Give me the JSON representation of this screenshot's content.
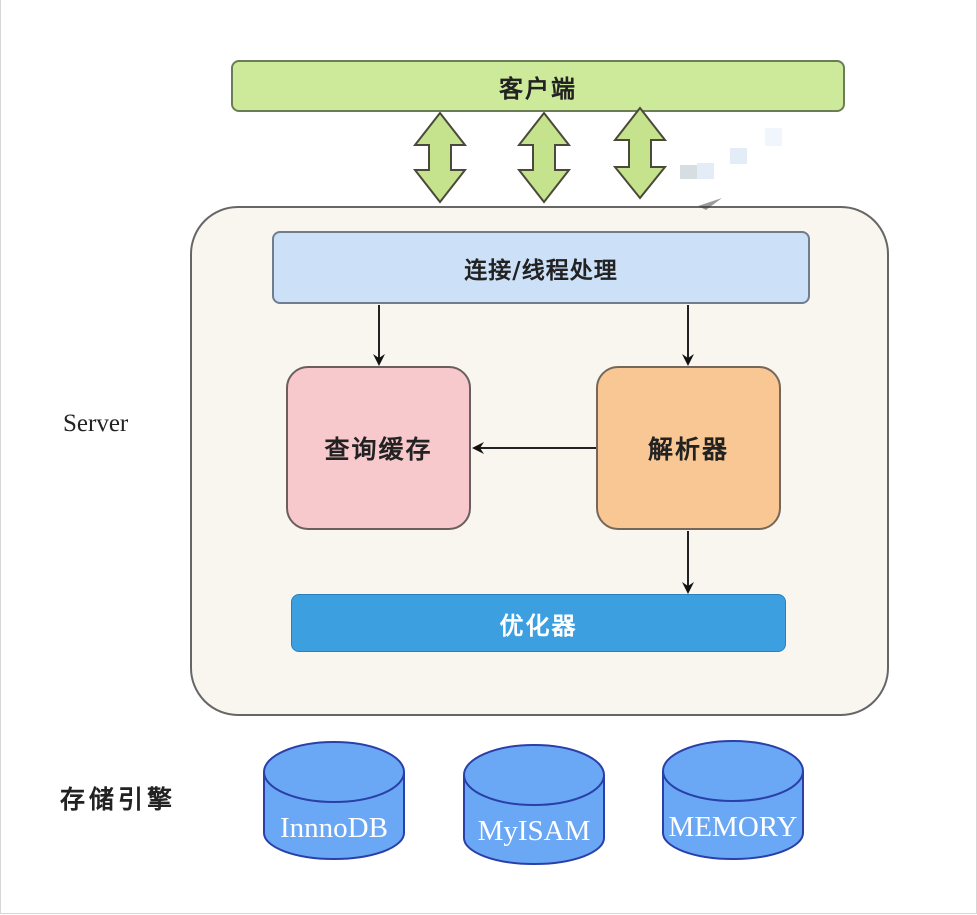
{
  "diagram": {
    "title": "MySQL logical architecture",
    "client": {
      "label": "客户端"
    },
    "server": {
      "side_label": "Server",
      "connection": {
        "label": "连接/线程处理"
      },
      "query_cache": {
        "label": "查询缓存"
      },
      "parser": {
        "label": "解析器"
      },
      "optimizer": {
        "label": "优化器"
      }
    },
    "storage": {
      "side_label": "存储引擎",
      "engines": [
        {
          "label": "InnnoDB"
        },
        {
          "label": "MyISAM"
        },
        {
          "label": "MEMORY"
        }
      ]
    },
    "edges": [
      {
        "from": "client",
        "to": "server",
        "type": "bidirectional",
        "count": 3
      },
      {
        "from": "connection",
        "to": "query_cache",
        "type": "directed"
      },
      {
        "from": "connection",
        "to": "parser",
        "type": "directed"
      },
      {
        "from": "parser",
        "to": "query_cache",
        "type": "directed"
      },
      {
        "from": "parser",
        "to": "optimizer",
        "type": "directed"
      }
    ],
    "colors": {
      "client_fill": "#cde99a",
      "server_fill": "#f8f6ee",
      "connection_fill": "#cce0f8",
      "query_cache_fill": "#f8c9cc",
      "parser_fill": "#f8c794",
      "optimizer_fill": "#3b9fe0",
      "engine_fill": "#6aa8f5",
      "engine_stroke": "#2a3fa8"
    }
  }
}
